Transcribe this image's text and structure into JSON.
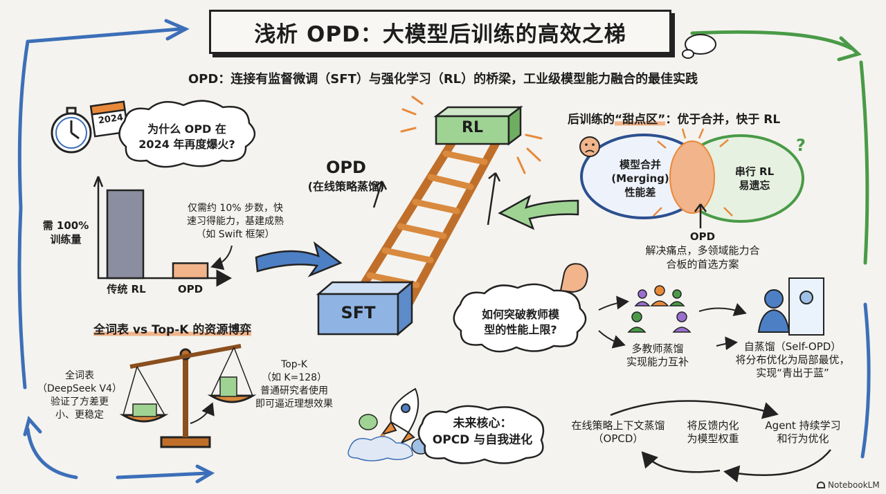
{
  "title": "浅析 OPD：大模型后训练的高效之梯",
  "subtitle": "OPD：连接有监督微调（SFT）与强化学习（RL）的桥梁，工业级模型能力融合的最佳实践",
  "why": {
    "calendar_year": "2024",
    "question_line1": "为什么 OPD 在",
    "question_line2": "2024 年再度爆火?"
  },
  "bar_chart": {
    "y_label_line1": "需 100%",
    "y_label_line2": "训练量",
    "bars": [
      {
        "label": "传统 RL",
        "value": 100
      },
      {
        "label": "OPD",
        "value": 10
      }
    ],
    "note_line1": "仅需约 10% 步数，快",
    "note_line2": "速习得能力，基建成熟",
    "note_line3": "（如 Swift 框架）"
  },
  "ladder": {
    "top_label": "RL",
    "bottom_label": "SFT",
    "name": "OPD",
    "name_sub": "(在线策略蒸馏)"
  },
  "sweet_spot": {
    "header_prefix": "后训练的",
    "header_highlight": "“甜点区”",
    "header_suffix": "：优于合并，快于 RL",
    "left_line1": "模型合并",
    "left_line2": "(Merging)",
    "left_line3": "性能差",
    "right_line1": "串行 RL",
    "right_line2": "易遗忘",
    "opd_label": "OPD",
    "opd_line1": "解决痛点，多领域能力合",
    "opd_line2": "合板的首选方案",
    "question_mark": "?"
  },
  "vocab": {
    "header": "全词表 vs Top-K 的资源博弈",
    "left_line1": "全词表",
    "left_line2": "（DeepSeek V4）",
    "left_line3": "验证了方差更",
    "left_line4": "小、更稳定",
    "right_line1": "Top-K",
    "right_line2": "（如 K=128）",
    "right_line3": "普通研究者使用",
    "right_line4": "即可逼近理想效果"
  },
  "teacher": {
    "question_line1": "如何突破教师模",
    "question_line2": "型的性能上限?",
    "multi_line1": "多教师蒸馏",
    "multi_line2": "实现能力互补",
    "self_line1": "自蒸馏（Self-OPD）",
    "self_line2": "将分布优化为局部最优，",
    "self_line3": "实现“青出于蓝”"
  },
  "future": {
    "line1": "未来核心：",
    "line2": "OPCD 与自我进化",
    "cycle_left_line1": "在线策略上下文蒸馏",
    "cycle_left_line2": "（OPCD）",
    "cycle_mid_line1": "将反馈内化",
    "cycle_mid_line2": "为模型权重",
    "cycle_right_line1": "Agent 持续学习",
    "cycle_right_line2": "和行为优化"
  },
  "watermark": "NotebookLM",
  "colors": {
    "blue": "#3d6fb8",
    "green": "#4a9a47",
    "orange": "#e8893a",
    "ink": "#222222"
  }
}
